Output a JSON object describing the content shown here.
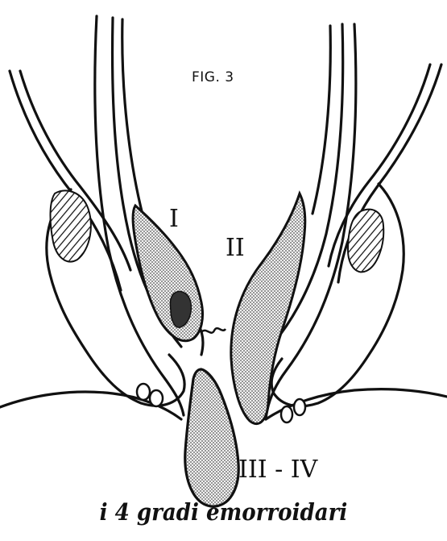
{
  "figure_label": "FIG. 3",
  "grades": {
    "first": "I",
    "second": "II",
    "third_fourth": "III - IV"
  },
  "caption": "i 4 gradi emorroidari",
  "colors": {
    "ink": "#111111",
    "fill": "#c8c8c8",
    "background": "#ffffff"
  }
}
